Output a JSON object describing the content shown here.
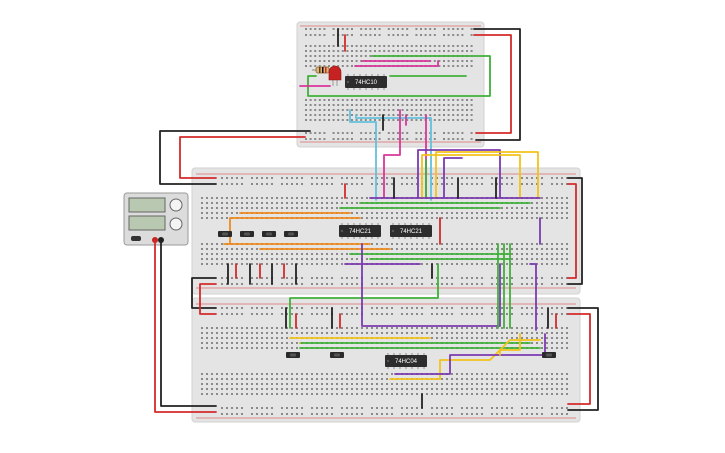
{
  "circuit": {
    "chips": [
      {
        "id": "chip-top",
        "label": "74HC10"
      },
      {
        "id": "chip-mid-left",
        "label": "74HC21"
      },
      {
        "id": "chip-mid-right",
        "label": "74HC21"
      },
      {
        "id": "chip-bottom",
        "label": "74HC04"
      }
    ],
    "colors": {
      "wire_red": "#d42b2b",
      "wire_black": "#222222",
      "wire_green": "#3fb13a",
      "wire_purple": "#7b3bb0",
      "wire_orange": "#ee8a1e",
      "wire_yellow": "#f2c21a",
      "wire_pink": "#d8379a",
      "wire_lightblue": "#63c0dc",
      "breadboard": "#e4e4e4",
      "chip_body": "#2d2d2d",
      "led": "#c62222"
    },
    "components": [
      "breadboard",
      "breadboard",
      "breadboard",
      "power-supply",
      "led",
      "resistor",
      "push-button",
      "push-button",
      "push-button",
      "push-button",
      "push-button",
      "push-button",
      "push-button"
    ]
  }
}
